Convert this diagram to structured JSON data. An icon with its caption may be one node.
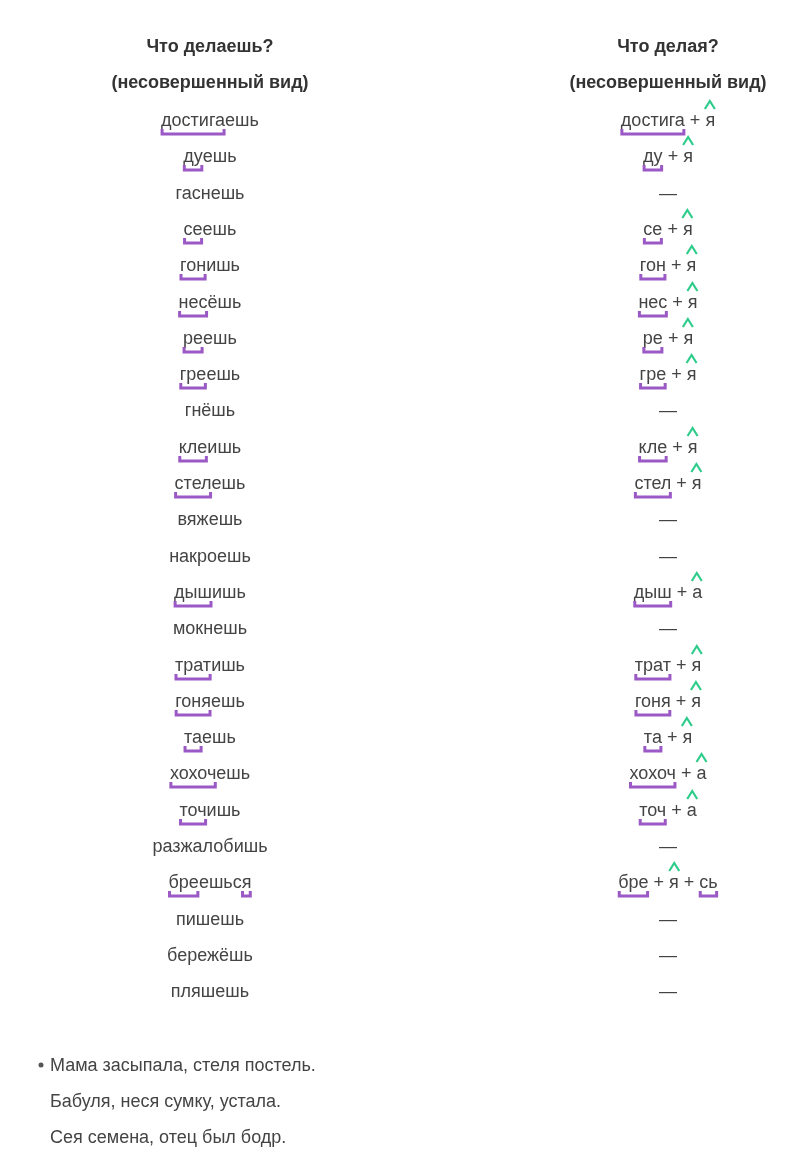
{
  "diagram": {
    "labels": [
      "Что делаешь?",
      "Что делая?",
      "(несовершенный вид)",
      "(несовершенный вид)",
      "достигаешь",
      "достига + я",
      "дуешь",
      "ду + я",
      "гаснешь",
      "—",
      "сеешь",
      "се + я",
      "гонишь",
      "гон + я",
      "несёшь",
      "нес + я",
      "реешь",
      "ре + я",
      "греешь",
      "гре + я",
      "гнёшь",
      "—",
      "клеишь",
      "кле + я",
      "стелешь",
      "стел + я",
      "вяжешь",
      "—",
      "накроешь",
      "—",
      "дышишь",
      "дыш + а",
      "мокнешь",
      "—",
      "тратишь",
      "трат + я",
      "гоняешь",
      "гоня + я",
      "таешь",
      "та + я",
      "хохочешь",
      "хохоч + а",
      "точишь",
      "точ + а",
      "разжалобишь",
      "—",
      "бреешься",
      "бре + я + сь",
      "пишешь",
      "—",
      "бережёшь",
      "—",
      "пляшешь",
      "—",
      "Мама засыпала, стеля постель.",
      "Бабуля, неся сумку, устала.",
      "Сея семена, отец был бодр."
    ]
  }
}
